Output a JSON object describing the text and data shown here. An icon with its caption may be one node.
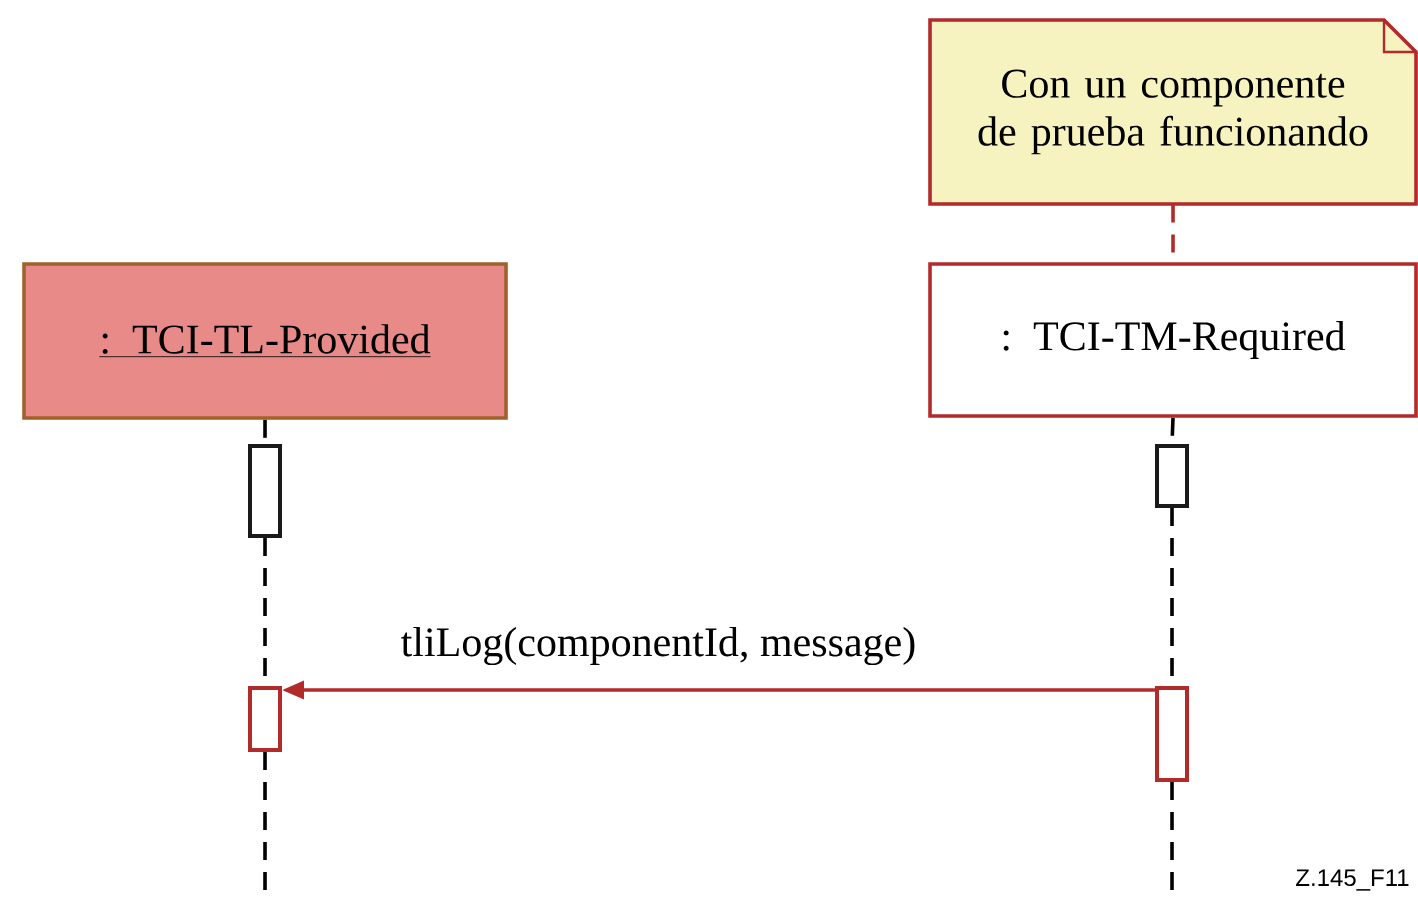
{
  "diagram": {
    "nodes": [
      {
        "text": [
          ": TCI-TL-Provided"
        ]
      },
      {
        "text": [
          "Con un componente de prueba funcionando"
        ]
      },
      {
        "text": [
          ": TCI-TM-Required"
        ]
      },
      {
        "text": [],
        "shape": "bar"
      },
      {
        "text": [],
        "shape": "bar"
      },
      {
        "text": [],
        "shape": "bar"
      },
      {
        "text": [],
        "shape": "bar"
      }
    ],
    "edges": [
      {
        "from": 1,
        "to": 2,
        "arrow": "none",
        "style": "dashed",
        "color": "#b22a2a"
      },
      {
        "from": 0,
        "to": 3,
        "arrow": "none",
        "style": "dashed"
      },
      {
        "from": 3,
        "to": 5,
        "arrow": "none",
        "style": "dashed"
      },
      {
        "from": 5,
        "to": null,
        "arrow": "none",
        "style": "dashed"
      },
      {
        "from": 2,
        "to": 4,
        "arrow": "none",
        "style": "dashed"
      },
      {
        "from": 4,
        "to": 6,
        "arrow": "none",
        "style": "dashed"
      },
      {
        "from": 6,
        "to": null,
        "arrow": "none",
        "style": "dashed"
      },
      {
        "from": 6,
        "to": 5,
        "label": "tliLog(componentId, message)",
        "arrow": "to",
        "color": "#b22a2a"
      }
    ],
    "labels": [
      "Z.145_F11"
    ]
  }
}
